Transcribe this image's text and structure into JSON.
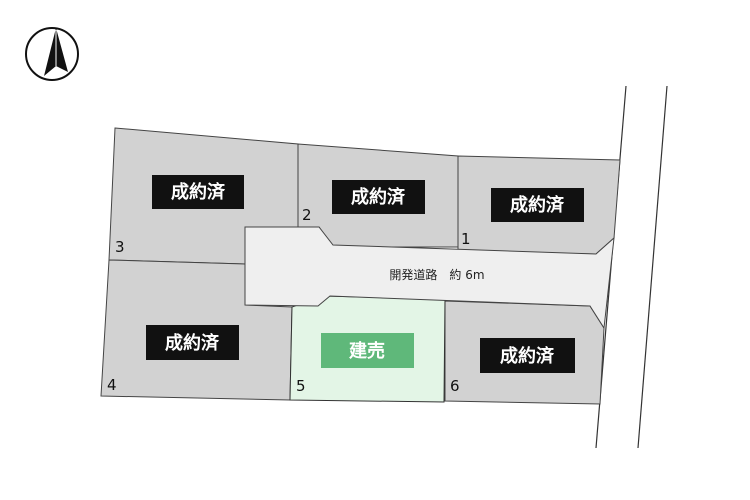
{
  "colors": {
    "sold_badge": "#111111",
    "sale_badge": "#5fb87a",
    "lot_fill": "#d2d2d2",
    "sale_lot_fill": "#e3f5e6",
    "road_fill": "#efefef"
  },
  "lots": [
    {
      "number": "1",
      "status": "成約済"
    },
    {
      "number": "2",
      "status": "成約済"
    },
    {
      "number": "3",
      "status": "成約済"
    },
    {
      "number": "4",
      "status": "成約済"
    },
    {
      "number": "5",
      "status": "建売"
    },
    {
      "number": "6",
      "status": "成約済"
    }
  ],
  "road": {
    "label": "開発道路　約 6m"
  },
  "compass": {
    "icon": "north-arrow-icon"
  }
}
